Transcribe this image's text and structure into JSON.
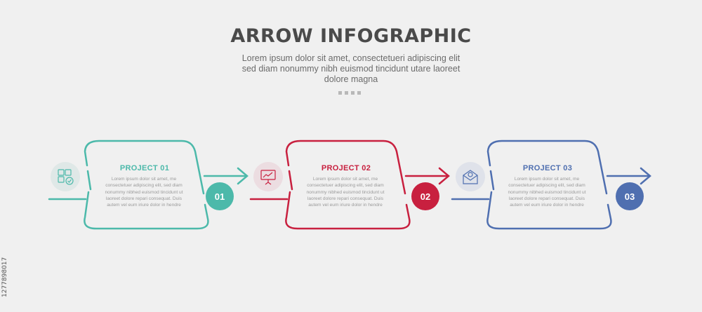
{
  "header": {
    "title": "ARROW INFOGRAPHIC",
    "subtitle": "Lorem ipsum dolor sit amet, consectetueri adipiscing elit sed diam nonummy nibh euismod tincidunt utare laoreet dolore magna"
  },
  "steps": [
    {
      "title": "PROJECT 01",
      "number": "01",
      "color": "#4cb9aa",
      "icon": "puzzle-icon",
      "body": "Lorem ipsum dolor sit amet, me consectetuer adipiscing elit, sed diam nonummy nibhed euismod tincidunt ut laoreet dolore repari consequat. Duis autem vel eum iriure dolor in hendre"
    },
    {
      "title": "PROJECT 02",
      "number": "02",
      "color": "#c8203f",
      "icon": "presentation-board-icon",
      "body": "Lorem ipsum dolor sit amet, me consectetuer adipiscing elit, sed diam nonummy nibhed euismod tincidunt ut laoreet dolore repari consequat. Duis autem vel eum iriure dolor in hendre"
    },
    {
      "title": "PROJECT 03",
      "number": "03",
      "color": "#4f6fb0",
      "icon": "mail-settings-icon",
      "body": "Lorem ipsum dolor sit amet, me consectetuer adipiscing elit, sed diam nonummy nibhed euismod tincidunt ut laoreet dolore repari consequat. Duis autem vel eum iriure dolor in hendre"
    }
  ],
  "footer": {
    "copyright_id": "1277898017"
  }
}
